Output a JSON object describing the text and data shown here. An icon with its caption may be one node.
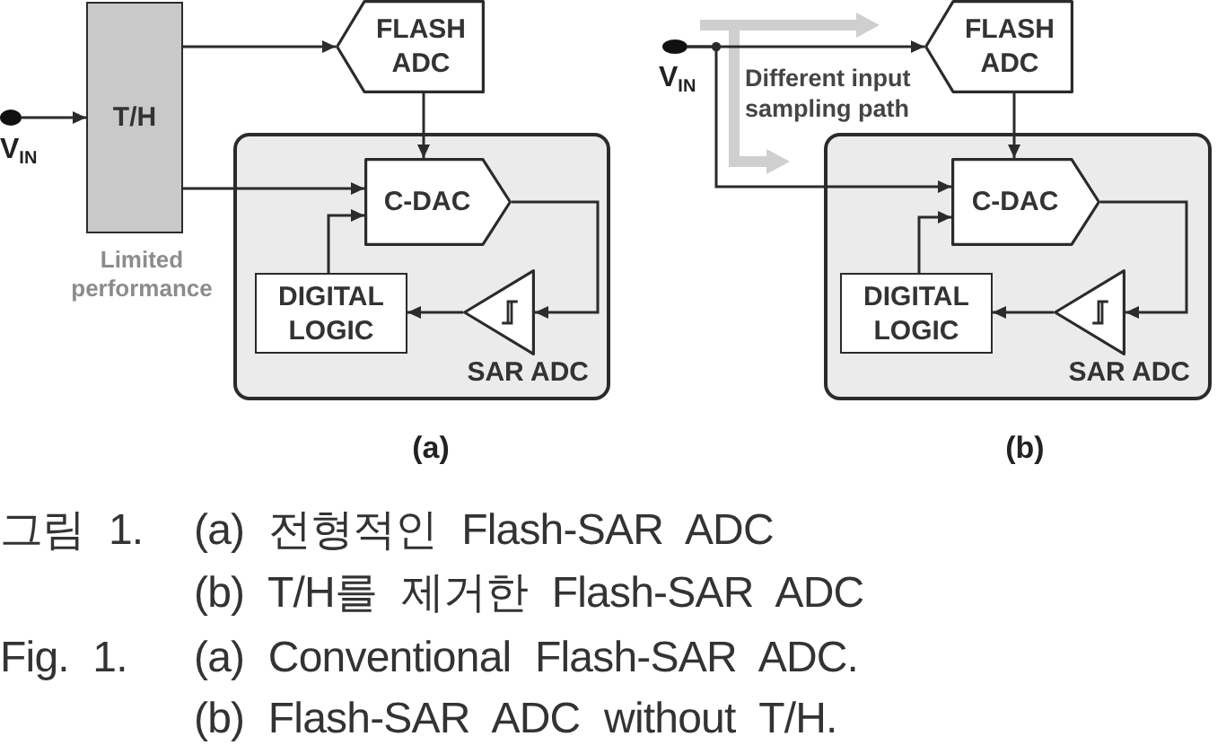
{
  "diagram": {
    "nodes": [
      {
        "text": [],
        "shape": "circle",
        "beside": [
          "V$_{IN}$"
        ]
      },
      {
        "text": [
          "T/H"
        ],
        "beside": [
          "Limited performance"
        ]
      },
      {
        "text": [
          "FLASH ADC"
        ]
      },
      {
        "text": [
          "SAR ADC"
        ]
      },
      {
        "text": [
          "C-DAC"
        ],
        "in": 3
      },
      {
        "text": [
          "DIGITAL LOGIC"
        ],
        "in": 3
      },
      {
        "text": [],
        "shape": "triangle",
        "in": 3
      },
      {
        "text": [],
        "shape": "circle",
        "beside": [
          "V$_{IN}$"
        ]
      },
      {
        "text": [
          "FLASH ADC"
        ]
      },
      {
        "text": [
          "SAR ADC"
        ]
      },
      {
        "text": [
          "C-DAC"
        ],
        "in": 9
      },
      {
        "text": [
          "DIGITAL LOGIC"
        ],
        "in": 9
      },
      {
        "text": [],
        "shape": "triangle",
        "in": 9
      }
    ],
    "edges": [
      {
        "from": 0,
        "to": 1,
        "arrow": "to"
      },
      {
        "from": 1,
        "to": 2,
        "arrow": "to"
      },
      {
        "from": 1,
        "to": 4,
        "arrow": "to"
      },
      {
        "from": 2,
        "to": 4,
        "arrow": "to"
      },
      {
        "from": 4,
        "to": 6,
        "arrow": "to"
      },
      {
        "from": 6,
        "to": 5,
        "arrow": "to"
      },
      {
        "from": 5,
        "to": 4,
        "arrow": "to"
      },
      {
        "from": 7,
        "to": 8,
        "arrow": "to"
      },
      {
        "from": 7,
        "to": 10,
        "arrow": "to"
      },
      {
        "from": 8,
        "to": 10,
        "arrow": "to"
      },
      {
        "from": 10,
        "to": 12,
        "arrow": "to"
      },
      {
        "from": 12,
        "to": 11,
        "arrow": "to"
      },
      {
        "from": 11,
        "to": 10,
        "arrow": "to"
      }
    ],
    "labels": [
      "Different input sampling path",
      "(a)",
      "(b)",
      "그림 1.",
      "(a) 전형적인 Flash-SAR ADC",
      "(b) T/H를 제거한 Flash-SAR ADC",
      "Fig. 1.",
      "(a) Conventional Flash-SAR ADC.",
      "(b) Flash-SAR ADC without T/H."
    ]
  }
}
